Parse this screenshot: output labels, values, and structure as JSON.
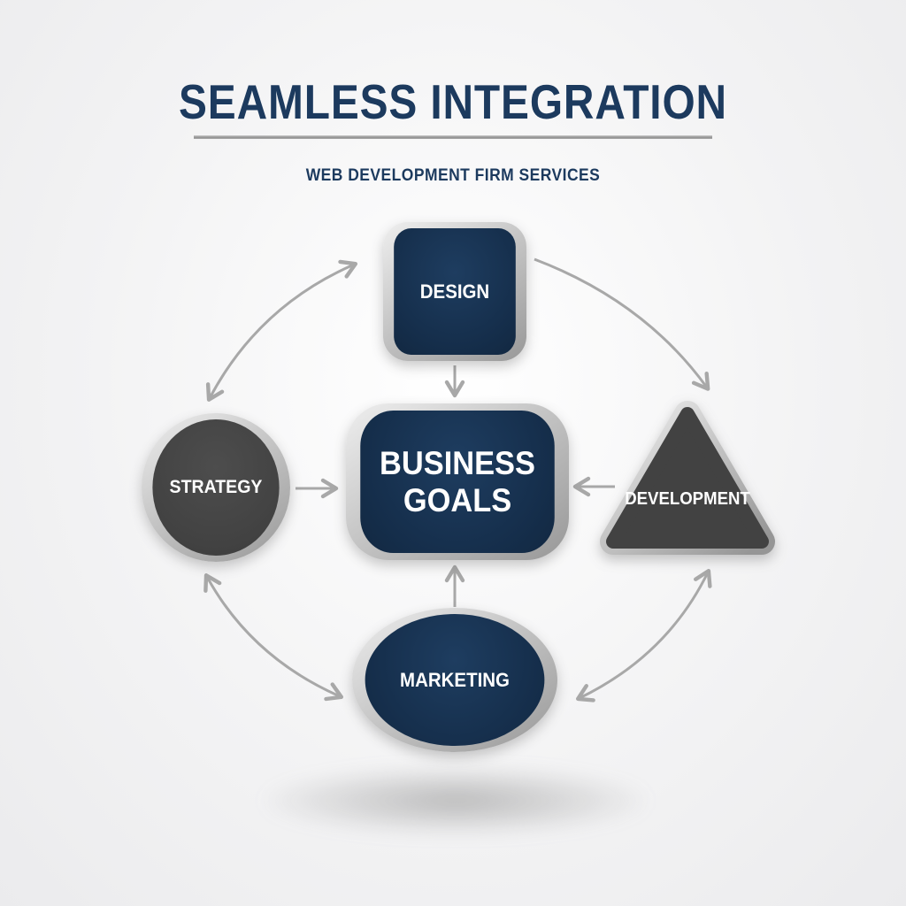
{
  "header": {
    "title": "SEAMLESS INTEGRATION",
    "subtitle": "WEB DEVELOPMENT FIRM SERVICES"
  },
  "diagram": {
    "center": {
      "id": "business-goals",
      "label": "BUSINESS GOALS",
      "shape": "rounded-rectangle",
      "fill": "#16304f"
    },
    "nodes": [
      {
        "id": "design",
        "label": "DESIGN",
        "shape": "rounded-square",
        "fill": "#16304f",
        "position": "top"
      },
      {
        "id": "development",
        "label": "DEVELOPMENT",
        "shape": "triangle",
        "fill": "#424242",
        "position": "right"
      },
      {
        "id": "marketing",
        "label": "MARKETING",
        "shape": "ellipse",
        "fill": "#16304f",
        "position": "bottom"
      },
      {
        "id": "strategy",
        "label": "STRATEGY",
        "shape": "circle",
        "fill": "#424242",
        "position": "left"
      }
    ],
    "connections": [
      {
        "from": "strategy",
        "to": "design",
        "style": "curved",
        "arrows": "both"
      },
      {
        "from": "design",
        "to": "development",
        "style": "curved",
        "arrows": "end"
      },
      {
        "from": "development",
        "to": "marketing",
        "style": "curved",
        "arrows": "both"
      },
      {
        "from": "marketing",
        "to": "strategy",
        "style": "curved",
        "arrows": "both"
      },
      {
        "from": "design",
        "to": "business-goals",
        "style": "straight",
        "arrows": "end"
      },
      {
        "from": "development",
        "to": "business-goals",
        "style": "straight",
        "arrows": "end"
      },
      {
        "from": "marketing",
        "to": "business-goals",
        "style": "straight",
        "arrows": "end"
      },
      {
        "from": "strategy",
        "to": "business-goals",
        "style": "straight",
        "arrows": "end"
      }
    ]
  },
  "colors": {
    "title_text": "#1c3a5e",
    "navy_fill": "#16304f",
    "gray_fill": "#424242",
    "silver_border": "#c6c6c6",
    "arrow": "#a8a8a8",
    "label_text": "#ffffff",
    "background": "#f1f1f2"
  }
}
